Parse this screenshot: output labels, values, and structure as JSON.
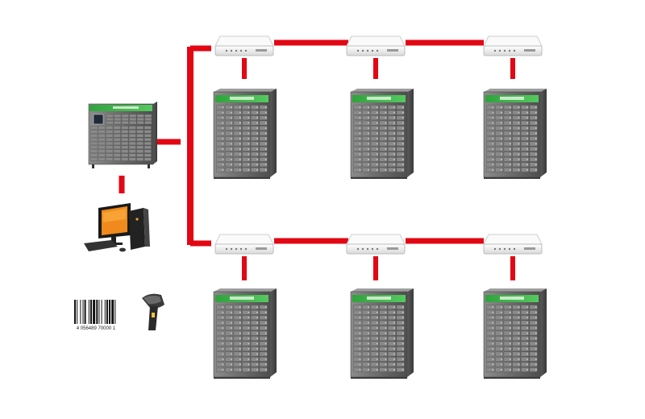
{
  "diagram": {
    "title": "",
    "link_color": "#e30613",
    "cabinet_header_color": "#3cb44a",
    "cabinet_body_color": "#6e6e6e",
    "router_color": "#f2f2f2",
    "nodes": [
      {
        "id": "master-cabinet",
        "kind": "master-locker-cabinet",
        "has_screen": true
      },
      {
        "id": "computer",
        "kind": "desktop-computer"
      },
      {
        "id": "barcode",
        "kind": "barcode-label",
        "digits": "4 056489 70000 1"
      },
      {
        "id": "scanner",
        "kind": "handheld-barcode-scanner"
      },
      {
        "id": "router-r1-c1",
        "kind": "network-switch",
        "row": 1,
        "col": 1
      },
      {
        "id": "router-r1-c2",
        "kind": "network-switch",
        "row": 1,
        "col": 2
      },
      {
        "id": "router-r1-c3",
        "kind": "network-switch",
        "row": 1,
        "col": 3
      },
      {
        "id": "router-r2-c1",
        "kind": "network-switch",
        "row": 2,
        "col": 1
      },
      {
        "id": "router-r2-c2",
        "kind": "network-switch",
        "row": 2,
        "col": 2
      },
      {
        "id": "router-r2-c3",
        "kind": "network-switch",
        "row": 2,
        "col": 3
      },
      {
        "id": "cabinet-r1-c1",
        "kind": "slave-locker-cabinet",
        "row": 1,
        "col": 1
      },
      {
        "id": "cabinet-r1-c2",
        "kind": "slave-locker-cabinet",
        "row": 1,
        "col": 2
      },
      {
        "id": "cabinet-r1-c3",
        "kind": "slave-locker-cabinet",
        "row": 1,
        "col": 3
      },
      {
        "id": "cabinet-r2-c1",
        "kind": "slave-locker-cabinet",
        "row": 2,
        "col": 1
      },
      {
        "id": "cabinet-r2-c2",
        "kind": "slave-locker-cabinet",
        "row": 2,
        "col": 2
      },
      {
        "id": "cabinet-r2-c3",
        "kind": "slave-locker-cabinet",
        "row": 2,
        "col": 3
      }
    ],
    "links": [
      {
        "from": "master-cabinet",
        "to": "bus"
      },
      {
        "from": "master-cabinet",
        "to": "computer"
      },
      {
        "from": "bus",
        "to": "router-r1-c1"
      },
      {
        "from": "bus",
        "to": "router-r2-c1"
      },
      {
        "from": "router-r1-c1",
        "to": "router-r1-c2"
      },
      {
        "from": "router-r1-c2",
        "to": "router-r1-c3"
      },
      {
        "from": "router-r2-c1",
        "to": "router-r2-c2"
      },
      {
        "from": "router-r2-c2",
        "to": "router-r2-c3"
      },
      {
        "from": "router-r1-c1",
        "to": "cabinet-r1-c1"
      },
      {
        "from": "router-r1-c2",
        "to": "cabinet-r1-c2"
      },
      {
        "from": "router-r1-c3",
        "to": "cabinet-r1-c3"
      },
      {
        "from": "router-r2-c1",
        "to": "cabinet-r2-c1"
      },
      {
        "from": "router-r2-c2",
        "to": "cabinet-r2-c2"
      },
      {
        "from": "router-r2-c3",
        "to": "cabinet-r2-c3"
      }
    ]
  }
}
